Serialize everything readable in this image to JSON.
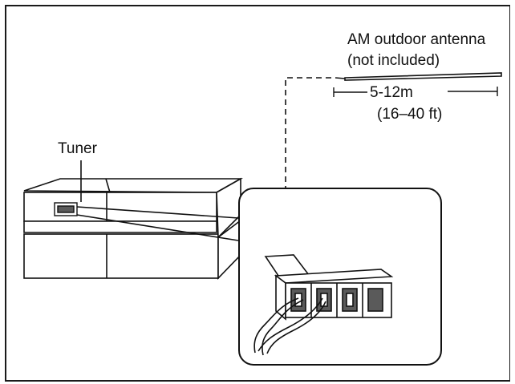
{
  "labels": {
    "antenna_line1": "AM outdoor antenna",
    "antenna_line2": "(not included)",
    "length_metric": "5-12m",
    "length_imperial": "(16–40 ft)",
    "tuner": "Tuner"
  },
  "colors": {
    "stroke": "#111111",
    "background": "#ffffff",
    "shade": "#5a5a5a"
  }
}
